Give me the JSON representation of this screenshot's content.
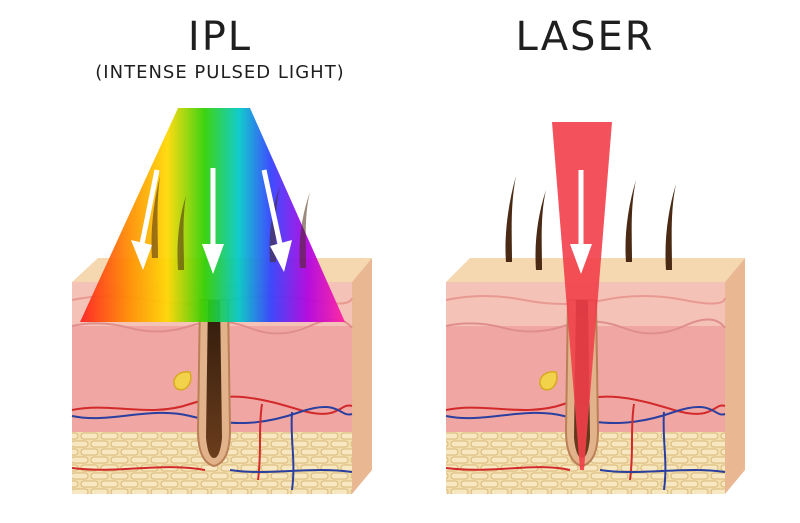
{
  "panels": [
    {
      "id": "ipl",
      "title": "IPL",
      "subtitle": "(INTENSE PULSED LIGHT)"
    },
    {
      "id": "laser",
      "title": "LASER"
    }
  ],
  "colors": {
    "background": "#ffffff",
    "title_text": "#1f1f1f",
    "skin_top": "#f5d8b0",
    "epidermis": "#f5c2b8",
    "dermis": "#f0a7a4",
    "fat_cells": "#f3dfae",
    "fat_outline": "#d9b97a",
    "hair": "#4a2a14",
    "vein_red": "#d22a2a",
    "vein_blue": "#2a3f9e",
    "laser_beam": "#f23f4a",
    "arrow": "#ffffff",
    "spectrum": [
      "#ff1f1f",
      "#ff8a00",
      "#ffd800",
      "#2fd000",
      "#00c8c8",
      "#3040ff",
      "#b000e0",
      "#ff20a0"
    ]
  },
  "icons": [
    "down-arrow-icon"
  ]
}
